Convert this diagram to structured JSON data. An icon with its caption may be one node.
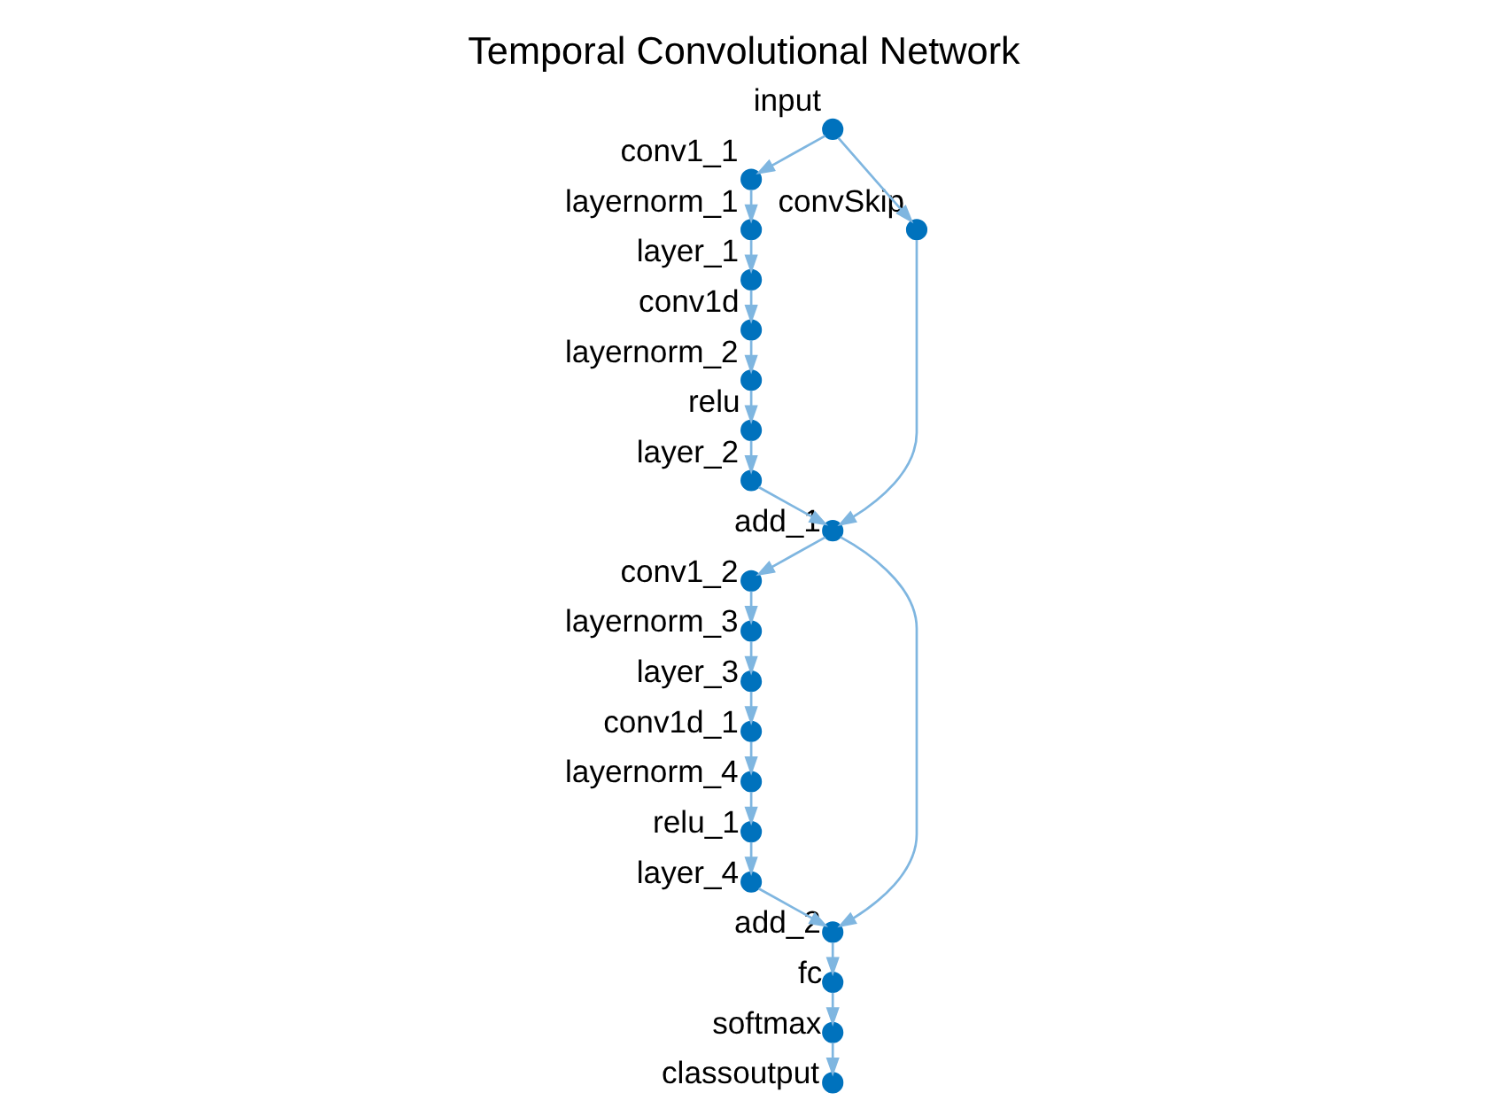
{
  "diagram": {
    "title": "Temporal Convolutional Network",
    "nodes": [
      {
        "text": [],
        "shape": "circle",
        "beside": [
          "input"
        ]
      },
      {
        "text": [],
        "shape": "circle",
        "beside": [
          "conv1_1"
        ]
      },
      {
        "text": [],
        "shape": "circle",
        "beside": [
          "layernorm_1"
        ]
      },
      {
        "text": [],
        "shape": "circle",
        "beside": [
          "layer_1"
        ]
      },
      {
        "text": [],
        "shape": "circle",
        "beside": [
          "conv1d"
        ]
      },
      {
        "text": [],
        "shape": "circle",
        "beside": [
          "layernorm_2"
        ]
      },
      {
        "text": [],
        "shape": "circle",
        "beside": [
          "relu"
        ]
      },
      {
        "text": [],
        "shape": "circle",
        "beside": [
          "layer_2"
        ]
      },
      {
        "text": [],
        "shape": "circle",
        "beside": [
          "convSkip"
        ]
      },
      {
        "text": [],
        "shape": "circle",
        "beside": [
          "add_1"
        ]
      },
      {
        "text": [],
        "shape": "circle",
        "beside": [
          "conv1_2"
        ]
      },
      {
        "text": [],
        "shape": "circle",
        "beside": [
          "layernorm_3"
        ]
      },
      {
        "text": [],
        "shape": "circle",
        "beside": [
          "layer_3"
        ]
      },
      {
        "text": [],
        "shape": "circle",
        "beside": [
          "conv1d_1"
        ]
      },
      {
        "text": [],
        "shape": "circle",
        "beside": [
          "layernorm_4"
        ]
      },
      {
        "text": [],
        "shape": "circle",
        "beside": [
          "relu_1"
        ]
      },
      {
        "text": [],
        "shape": "circle",
        "beside": [
          "layer_4"
        ]
      },
      {
        "text": [],
        "shape": "circle",
        "beside": [
          "add_2"
        ]
      },
      {
        "text": [],
        "shape": "circle",
        "beside": [
          "fc"
        ]
      },
      {
        "text": [],
        "shape": "circle",
        "beside": [
          "softmax"
        ]
      },
      {
        "text": [],
        "shape": "circle",
        "beside": [
          "classoutput"
        ]
      }
    ],
    "edges": [
      {
        "from": 0,
        "to": 1,
        "arrow": "to"
      },
      {
        "from": 0,
        "to": 8,
        "arrow": "to"
      },
      {
        "from": 1,
        "to": 2,
        "arrow": "to"
      },
      {
        "from": 2,
        "to": 3,
        "arrow": "to"
      },
      {
        "from": 3,
        "to": 4,
        "arrow": "to"
      },
      {
        "from": 4,
        "to": 5,
        "arrow": "to"
      },
      {
        "from": 5,
        "to": 6,
        "arrow": "to"
      },
      {
        "from": 6,
        "to": 7,
        "arrow": "to"
      },
      {
        "from": 7,
        "to": 9,
        "arrow": "to"
      },
      {
        "from": 8,
        "to": 9,
        "arrow": "to"
      },
      {
        "from": 9,
        "to": 10,
        "arrow": "to"
      },
      {
        "from": 9,
        "to": 17,
        "arrow": "to"
      },
      {
        "from": 10,
        "to": 11,
        "arrow": "to"
      },
      {
        "from": 11,
        "to": 12,
        "arrow": "to"
      },
      {
        "from": 12,
        "to": 13,
        "arrow": "to"
      },
      {
        "from": 13,
        "to": 14,
        "arrow": "to"
      },
      {
        "from": 14,
        "to": 15,
        "arrow": "to"
      },
      {
        "from": 15,
        "to": 16,
        "arrow": "to"
      },
      {
        "from": 16,
        "to": 17,
        "arrow": "to"
      },
      {
        "from": 17,
        "to": 18,
        "arrow": "to"
      },
      {
        "from": 18,
        "to": 19,
        "arrow": "to"
      },
      {
        "from": 19,
        "to": 20,
        "arrow": "to"
      }
    ]
  }
}
